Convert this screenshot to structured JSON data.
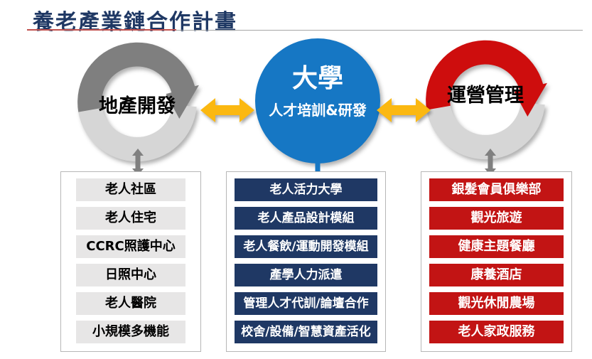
{
  "title": {
    "text": "養老產業鏈合作計畫"
  },
  "colors": {
    "title_navy": "#1F3864",
    "underline_red": "#C0504D",
    "underline_gray": "#A6A6A6",
    "ring_dark_gray": "#7F7F7F",
    "ring_light_gray": "#D6D6D6",
    "ring_red": "#CE0D0D",
    "university_blue": "#1677C4",
    "yellow_arrow": "#FBB811",
    "navy_box": "#1F3864",
    "red_box": "#C21414",
    "gray_box": "#E7E6E6"
  },
  "cycle": {
    "left": {
      "label": "地產開發"
    },
    "center": {
      "label": "大學",
      "sublabel": "人才培訓&研發"
    },
    "right": {
      "label": "運營管理"
    }
  },
  "columns": {
    "left": {
      "items": [
        "老人社區",
        "老人住宅",
        "CCRC照護中心",
        "日照中心",
        "老人醫院",
        "小規模多機能"
      ]
    },
    "center": {
      "items": [
        "老人活力大學",
        "老人產品設計模組",
        "老人餐飲/運動開發模組",
        "產學人力派遣",
        "管理人才代訓/論壇合作",
        "校舍/設備/智慧資產活化"
      ]
    },
    "right": {
      "items": [
        "銀髮會員俱樂部",
        "觀光旅遊",
        "健康主題餐廳",
        "康養酒店",
        "觀光休閒農場",
        "老人家政服務"
      ]
    }
  }
}
